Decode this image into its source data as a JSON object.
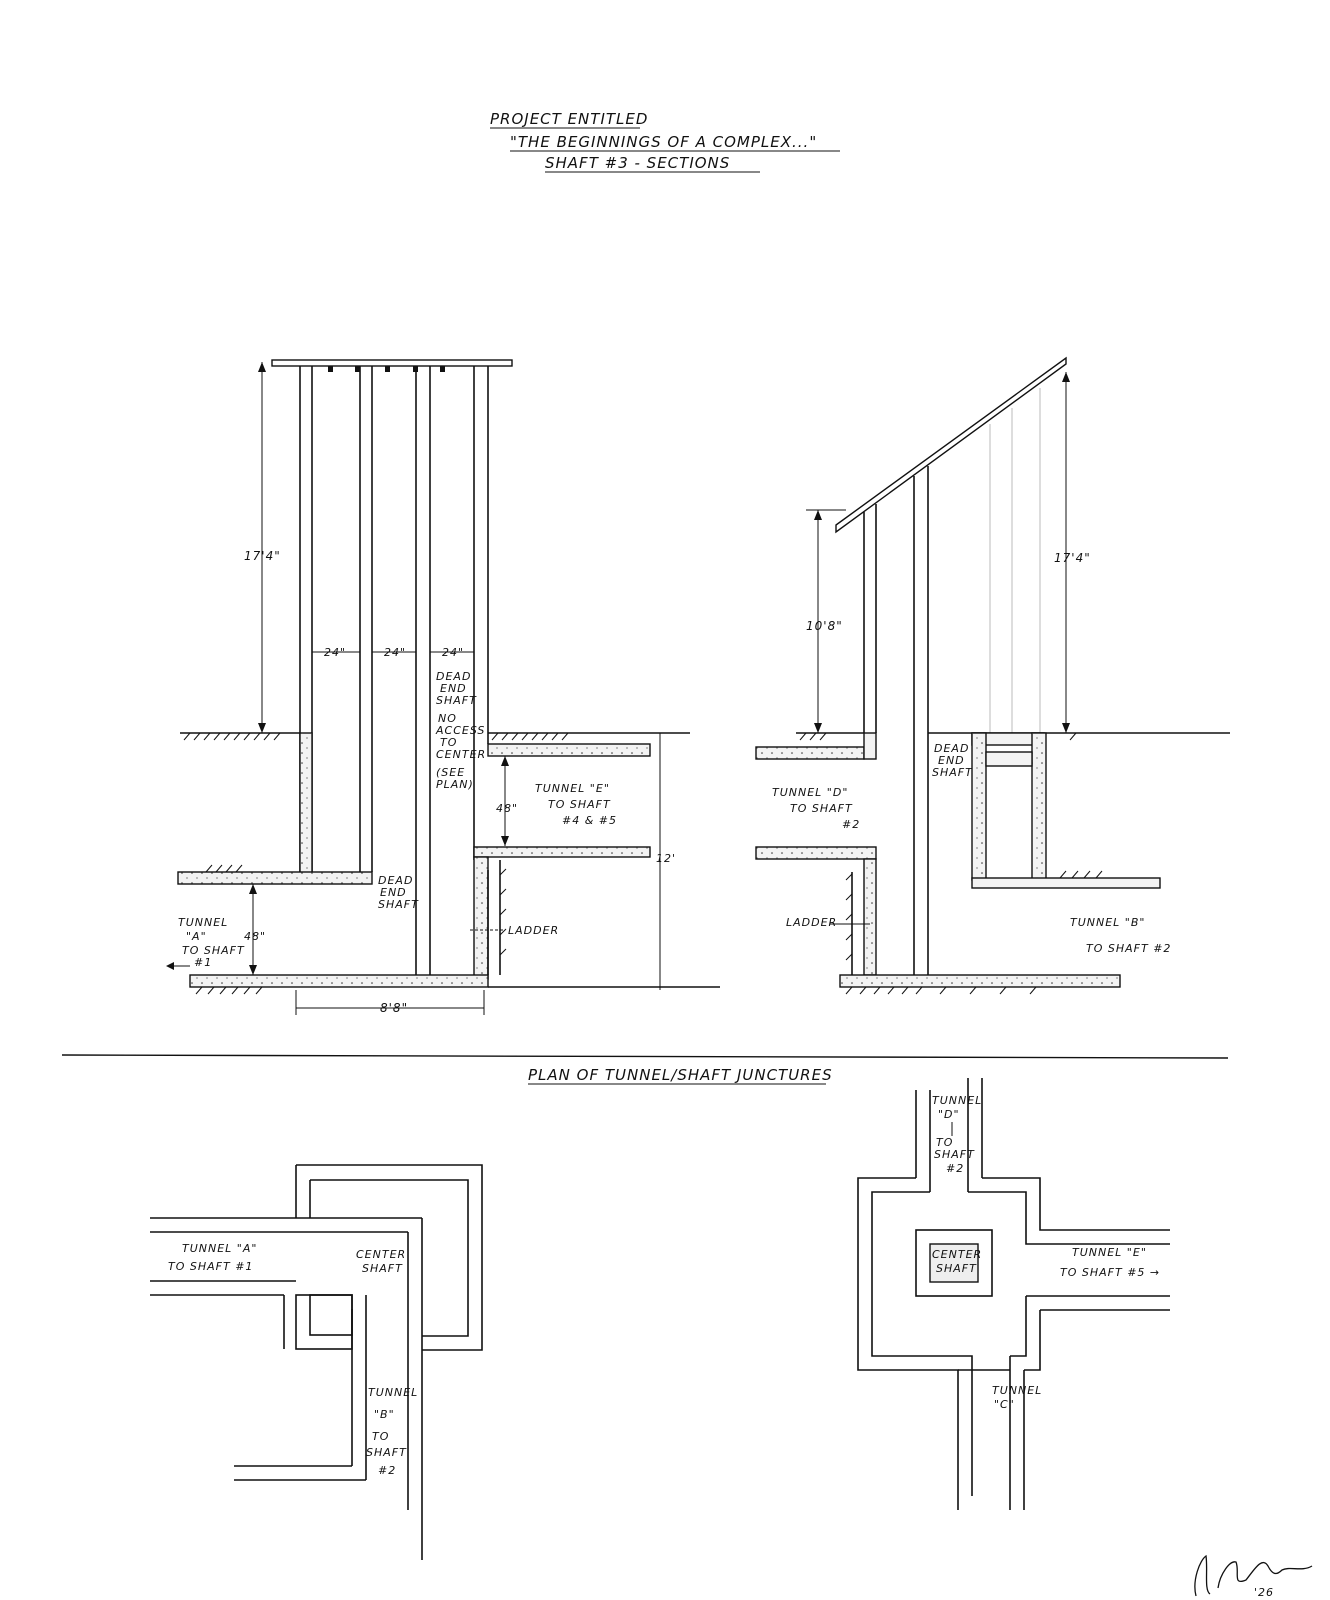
{
  "title": {
    "line1": "PROJECT ENTITLED",
    "line2": "\"THE BEGINNINGS OF A COMPLEX...\"",
    "line3": "SHAFT #3 - SECTIONS"
  },
  "left_section": {
    "dim_height": "17'4\"",
    "dim_width_1": "24\"",
    "dim_width_2": "24\"",
    "dim_width_3": "24\"",
    "note_dead_end": [
      "DEAD",
      "END",
      "SHAFT",
      "NO",
      "ACCESS",
      "TO",
      "CENTER",
      "(SEE",
      "PLAN)"
    ],
    "tunnel_e_label": [
      "TUNNEL \"E\"",
      "TO SHAFT",
      "#4 & #5"
    ],
    "dim_48_e": "48\"",
    "dim_12": "12'",
    "dead_end_lower": [
      "DEAD",
      "END",
      "SHAFT"
    ],
    "ladder": "LADDER",
    "tunnel_a_label": [
      "TUNNEL",
      "\"A\"",
      "TO SHAFT",
      "#1"
    ],
    "dim_48_a": "48\"",
    "dim_base": "8'8\""
  },
  "right_section": {
    "dim_10_8": "10'8\"",
    "dim_17_4": "17'4\"",
    "tunnel_d_label": [
      "TUNNEL \"D\"",
      "TO SHAFT",
      "#2"
    ],
    "dead_end": [
      "DEAD",
      "END",
      "SHAFT"
    ],
    "ladder": "LADDER",
    "tunnel_b_label": [
      "TUNNEL \"B\"",
      "TO SHAFT #2"
    ]
  },
  "plan_title": "PLAN OF TUNNEL/SHAFT JUNCTURES",
  "left_plan": {
    "tunnel_a": [
      "TUNNEL \"A\"",
      "TO SHAFT #1"
    ],
    "center_shaft": [
      "CENTER",
      "SHAFT"
    ],
    "tunnel_b": [
      "TUNNEL",
      "\"B\"",
      "TO",
      "SHAFT",
      "#2"
    ]
  },
  "right_plan": {
    "tunnel_d": [
      "TUNNEL",
      "\"D\"",
      "TO",
      "SHAFT",
      "#2"
    ],
    "center_shaft": [
      "CENTER",
      "SHAFT"
    ],
    "tunnel_e": [
      "TUNNEL \"E\"",
      "TO SHAFT #5 →"
    ],
    "tunnel_c": [
      "TUNNEL",
      "\"C\""
    ]
  },
  "signature": {
    "date": "'26"
  }
}
